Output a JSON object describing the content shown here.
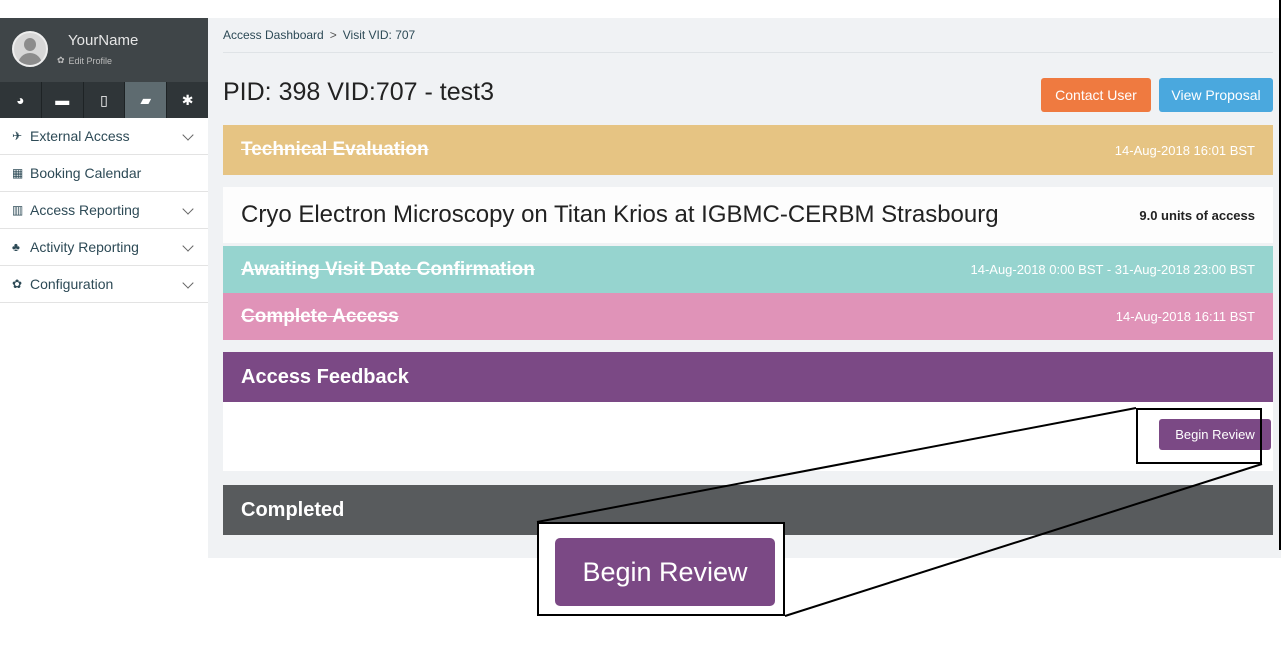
{
  "profile": {
    "name": "YourName",
    "edit_label": "Edit Profile"
  },
  "iconbar": {
    "items": [
      {
        "icon": "dashboard-icon",
        "glyph": "◕"
      },
      {
        "icon": "archive-icon",
        "glyph": "▬"
      },
      {
        "icon": "building-icon",
        "glyph": "▯"
      },
      {
        "icon": "book-icon",
        "glyph": "▰"
      },
      {
        "icon": "gear-icon",
        "glyph": "✱"
      }
    ]
  },
  "sidebar": {
    "items": [
      {
        "label": "External Access",
        "icon": "plane-icon",
        "glyph": "✈",
        "has_chevron": true
      },
      {
        "label": "Booking Calendar",
        "icon": "calendar-icon",
        "glyph": "▦",
        "has_chevron": false
      },
      {
        "label": "Access Reporting",
        "icon": "bar-chart-icon",
        "glyph": "▥",
        "has_chevron": true
      },
      {
        "label": "Activity Reporting",
        "icon": "sitemap-icon",
        "glyph": "♣",
        "has_chevron": true
      },
      {
        "label": "Configuration",
        "icon": "cog-icon",
        "glyph": "✿",
        "has_chevron": true
      }
    ]
  },
  "breadcrumb": {
    "root": "Access Dashboard",
    "separator": ">",
    "current": "Visit VID: 707"
  },
  "header": {
    "title": "PID: 398 VID:707 - test3",
    "contact_label": "Contact User",
    "proposal_label": "View Proposal"
  },
  "stages": {
    "technical": {
      "label": "Technical Evaluation",
      "date": "14-Aug-2018 16:01 BST"
    },
    "facility": {
      "title": "Cryo Electron Microscopy on Titan Krios at IGBMC-CERBM Strasbourg",
      "units": "9.0 units of access"
    },
    "awaiting": {
      "label": "Awaiting Visit Date Confirmation",
      "date": "14-Aug-2018 0:00 BST - 31-Aug-2018 23:00 BST"
    },
    "complete": {
      "label": "Complete Access",
      "date": "14-Aug-2018 16:11 BST"
    }
  },
  "feedback": {
    "title": "Access Feedback",
    "button_label": "Begin Review"
  },
  "completed": {
    "title": "Completed"
  },
  "callout": {
    "button_label": "Begin Review"
  },
  "colors": {
    "technical": "#e6c483",
    "awaiting": "#96d4cf",
    "complete": "#e093b8",
    "feedback": "#7b4985",
    "completed": "#585b5d",
    "contact": "#ef7a40",
    "proposal": "#4aa8de"
  }
}
